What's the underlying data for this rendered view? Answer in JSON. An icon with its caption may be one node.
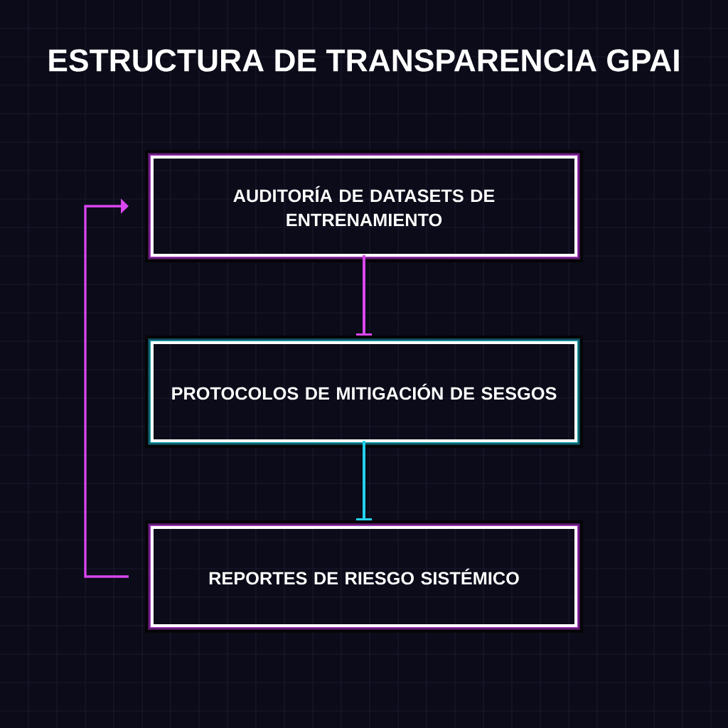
{
  "diagram": {
    "title": "ESTRUCTURA DE TRANSPARENCIA GPAI",
    "nodes": [
      {
        "text": [
          "AUDITORÍA DE DATASETS DE ENTRENAMIENTO"
        ]
      },
      {
        "text": [
          "PROTOCOLOS DE MITIGACIÓN DE SESGOS"
        ]
      },
      {
        "text": [
          "REPORTES DE RIESGO SISTÉMICO"
        ]
      }
    ],
    "edges": [
      {
        "from": 0,
        "to": 1,
        "arrow": "other"
      },
      {
        "from": 1,
        "to": 2,
        "arrow": "other",
        "color": "#22d3ee"
      },
      {
        "from": 2,
        "to": 0,
        "arrow": "to"
      }
    ]
  }
}
